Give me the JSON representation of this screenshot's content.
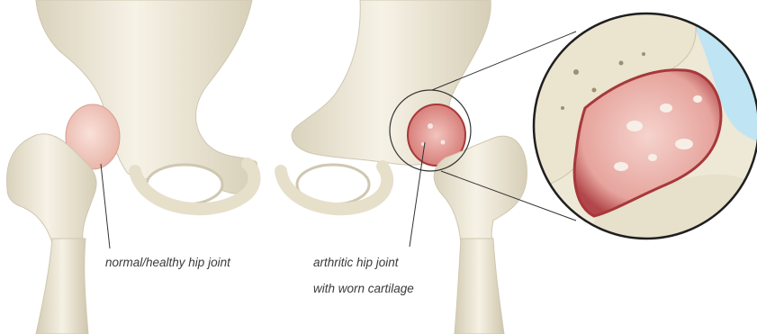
{
  "labels": {
    "normal": "normal/healthy hip joint",
    "arthritic_line1": "arthritic hip joint",
    "arthritic_line2": "with worn cartilage"
  },
  "colors": {
    "bone": "#ece6d4",
    "bone_shadow": "#cfc7b0",
    "bone_light": "#f8f5ec",
    "healthy_cartilage": "#f2c9bf",
    "inflamed_cartilage": "#e9a7a1",
    "inflamed_edge": "#a7383a",
    "callout_sky": "#bfe4f3",
    "leader_line": "#333333"
  }
}
